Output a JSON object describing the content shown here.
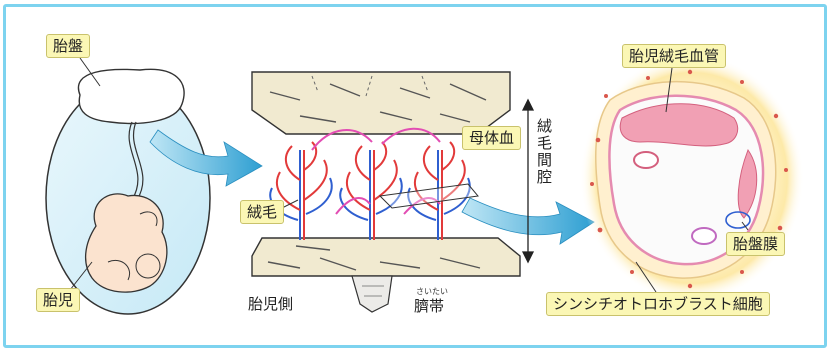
{
  "labels": {
    "placenta": "胎盤",
    "fetus": "胎児",
    "villi": "絨毛",
    "fetal_side": "胎児側",
    "umbilical_cord": "臍帯",
    "umbilical_cord_reading": "さいたい",
    "maternal_blood": "母体血",
    "intervillous_space": "絨毛間腔",
    "fetal_villous_capillary": "胎児絨毛血管",
    "placental_membrane": "胎盤膜",
    "syncytiotrophoblast": "シンシチオトロホブラスト細胞"
  },
  "colors": {
    "frame": "#7dd3ef",
    "label_fill": "#fbf7b5",
    "arrow": "#3fa9d6",
    "artery": "#e23a3a",
    "vein": "#2f5fd0",
    "maternal_flow": "#e24db3"
  }
}
